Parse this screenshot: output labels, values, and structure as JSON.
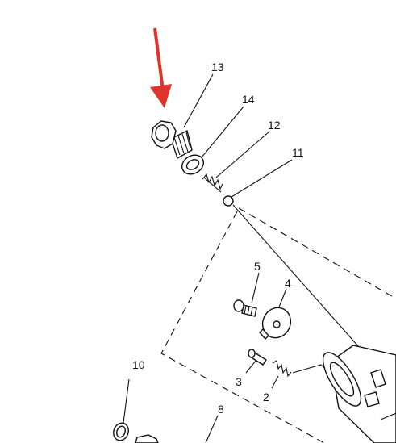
{
  "callouts": {
    "c13": "13",
    "c14": "14",
    "c12": "12",
    "c11": "11",
    "c5": "5",
    "c4": "4",
    "c10": "10",
    "c3": "3",
    "c2": "2",
    "c8": "8"
  },
  "colors": {
    "arrow": "#e0342a",
    "ink": "#111111",
    "background": "#ffffff"
  },
  "icons": {
    "pointer": "red-arrow-icon"
  }
}
